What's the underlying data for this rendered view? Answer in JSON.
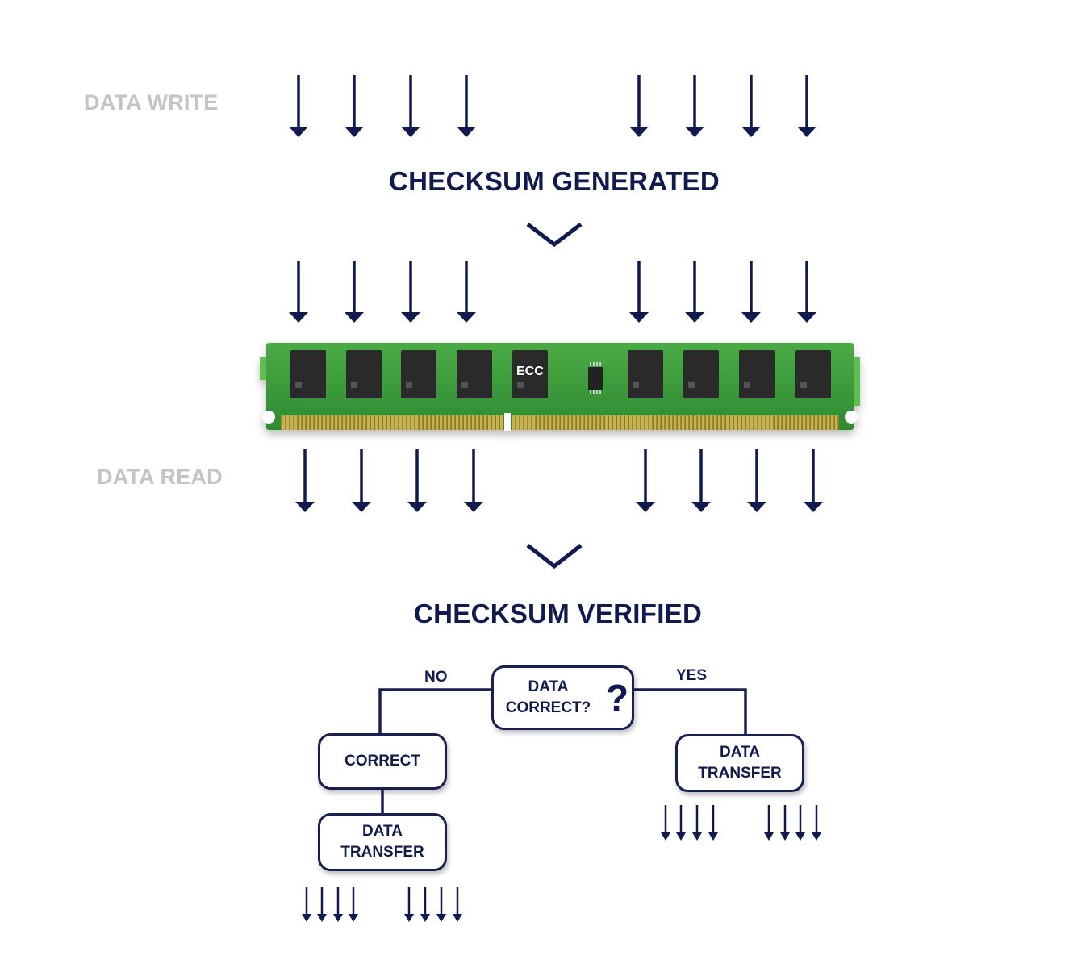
{
  "labels": {
    "data_write": "DATA WRITE",
    "data_read": "DATA READ",
    "checksum_generated": "CHECKSUM GENERATED",
    "checksum_verified": "CHECKSUM VERIFIED",
    "ecc_chip": "ECC"
  },
  "flowchart": {
    "decision": {
      "line1": "DATA",
      "line2": "CORRECT?",
      "icon": "question-mark-icon",
      "glyph": "?"
    },
    "no_label": "NO",
    "yes_label": "YES",
    "correct_node": "CORRECT",
    "transfer_left": {
      "line1": "DATA",
      "line2": "TRANSFER"
    },
    "transfer_right": {
      "line1": "DATA",
      "line2": "TRANSFER"
    }
  },
  "colors": {
    "navy": "#111a4f",
    "gray_label": "#c4c4c4",
    "pcb_green": "#3a9a3a",
    "chip_black": "#2a2a2a",
    "gold_pins": "#c8b040"
  },
  "memory_module": {
    "data_chips": 8,
    "ecc_chips": 1
  }
}
